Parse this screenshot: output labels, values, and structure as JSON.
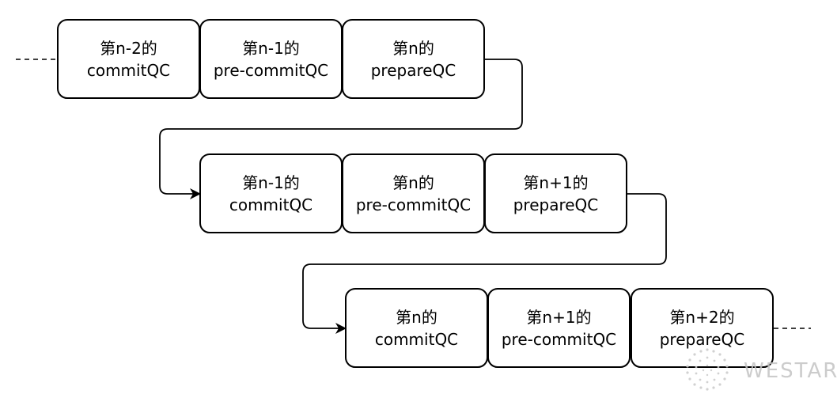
{
  "diagram": {
    "rows": [
      {
        "nodes": [
          {
            "line1": "第n-2的",
            "line2": "commitQC"
          },
          {
            "line1": "第n-1的",
            "line2": "pre-commitQC"
          },
          {
            "line1": "第n的",
            "line2": "prepareQC"
          }
        ]
      },
      {
        "nodes": [
          {
            "line1": "第n-1的",
            "line2": "commitQC"
          },
          {
            "line1": "第n的",
            "line2": "pre-commitQC"
          },
          {
            "line1": "第n+1的",
            "line2": "prepareQC"
          }
        ]
      },
      {
        "nodes": [
          {
            "line1": "第n的",
            "line2": "commitQC"
          },
          {
            "line1": "第n+1的",
            "line2": "pre-commitQC"
          },
          {
            "line1": "第n+2的",
            "line2": "prepareQC"
          }
        ]
      }
    ]
  },
  "watermark": {
    "text": "WESTAR",
    "icon": "dotted-sphere-logo-icon"
  }
}
